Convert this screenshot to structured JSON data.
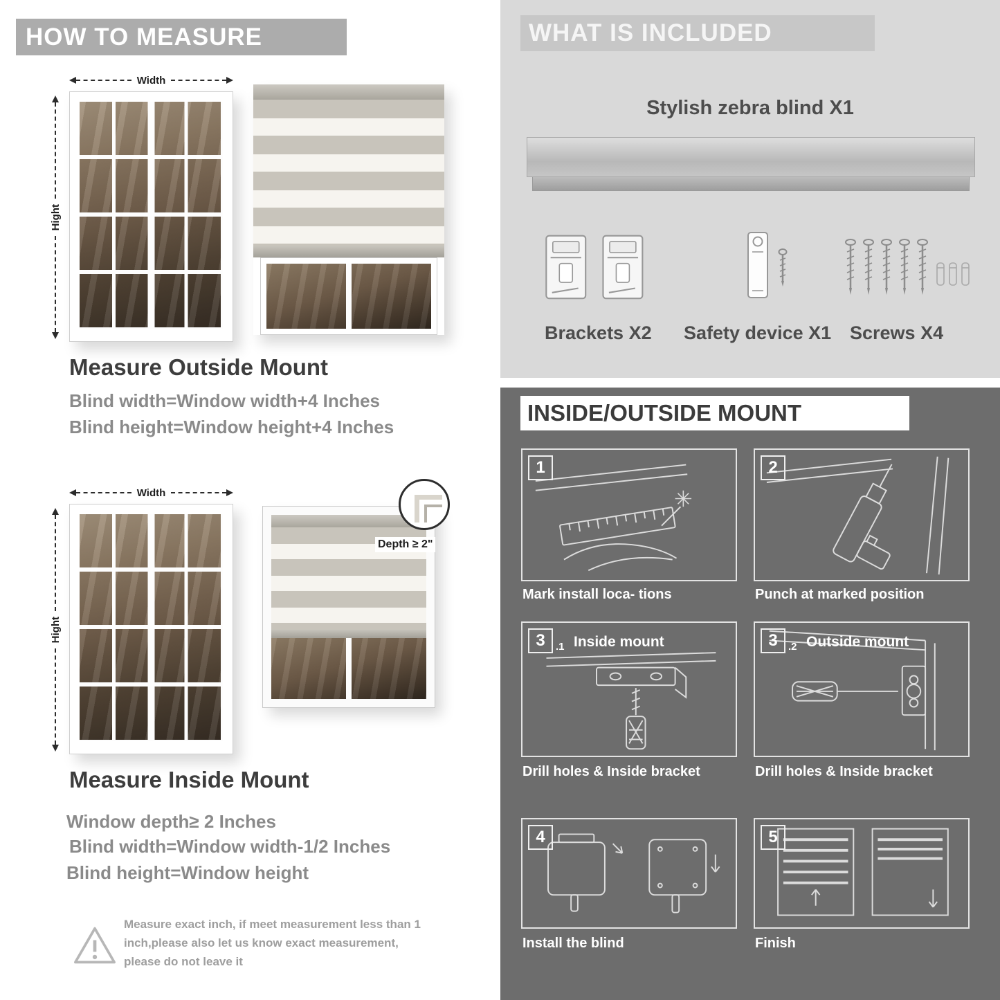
{
  "left": {
    "header": "HOW TO MEASURE",
    "outside": {
      "width_label": "Width",
      "height_label": "Hight",
      "title": "Measure Outside Mount",
      "line1": "Blind width=Window width+4 Inches",
      "line2": "Blind height=Window height+4 Inches"
    },
    "inside": {
      "width_label": "Width",
      "height_label": "Hight",
      "depth_label": "Depth ≥ 2\"",
      "title": "Measure Inside Mount",
      "line1": "Window depth≥ 2 Inches",
      "line2": "Blind width=Window width-1/2 Inches",
      "line3": "Blind height=Window height"
    },
    "warning": {
      "text": "Measure exact inch, if meet measurement less than 1 inch,please also let us know exact measurement, please do not leave it"
    }
  },
  "right": {
    "included": {
      "header": "WHAT IS INCLUDED",
      "blind_label": "Stylish zebra blind X1",
      "items": [
        {
          "label": "Brackets X2"
        },
        {
          "label": "Safety device X1"
        },
        {
          "label": "Screws X4"
        }
      ]
    },
    "mount": {
      "header": "INSIDE/OUTSIDE MOUNT",
      "steps": [
        {
          "num": "1",
          "sub": "",
          "title": "",
          "caption": "Mark install loca- tions"
        },
        {
          "num": "2",
          "sub": "",
          "title": "",
          "caption": "Punch at  marked position"
        },
        {
          "num": "3",
          "sub": ".1",
          "title": "Inside mount",
          "caption": "Drill holes &  Inside bracket"
        },
        {
          "num": "3",
          "sub": ".2",
          "title": "Outside mount",
          "caption": "Drill holes &  Inside bracket"
        },
        {
          "num": "4",
          "sub": "",
          "title": "",
          "caption": "Install the blind"
        },
        {
          "num": "5",
          "sub": "",
          "title": "",
          "caption": "Finish"
        }
      ]
    }
  },
  "colors": {
    "header_gray": "#acacac",
    "panel_light_gray": "#d9d9d9",
    "panel_dark_gray": "#6d6d6d",
    "text_dark": "#3d3d3d",
    "text_gray": "#8a8a8a",
    "stripe_gray": "#c8c4bb",
    "stripe_white": "#f6f4ef"
  }
}
